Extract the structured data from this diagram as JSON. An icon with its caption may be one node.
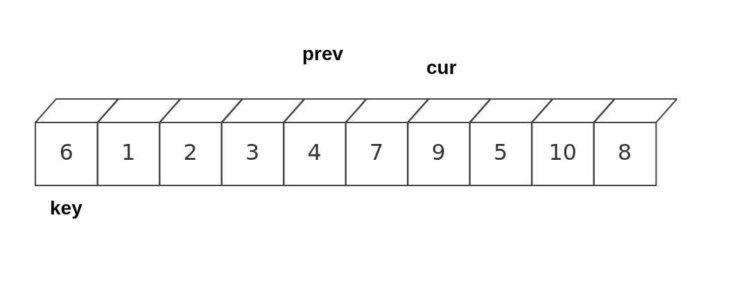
{
  "diagram": {
    "nodes": [
      {
        "text": [
          "6"
        ],
        "beside": [
          "key"
        ]
      },
      {
        "text": [
          "1"
        ]
      },
      {
        "text": [
          "2"
        ]
      },
      {
        "text": [
          "3"
        ]
      },
      {
        "text": [
          "4"
        ],
        "beside": [
          "prev"
        ]
      },
      {
        "text": [
          "7"
        ]
      },
      {
        "text": [
          "9"
        ],
        "beside": [
          "cur"
        ]
      },
      {
        "text": [
          "5"
        ]
      },
      {
        "text": [
          "10"
        ]
      },
      {
        "text": [
          "8"
        ]
      }
    ],
    "edges": []
  }
}
